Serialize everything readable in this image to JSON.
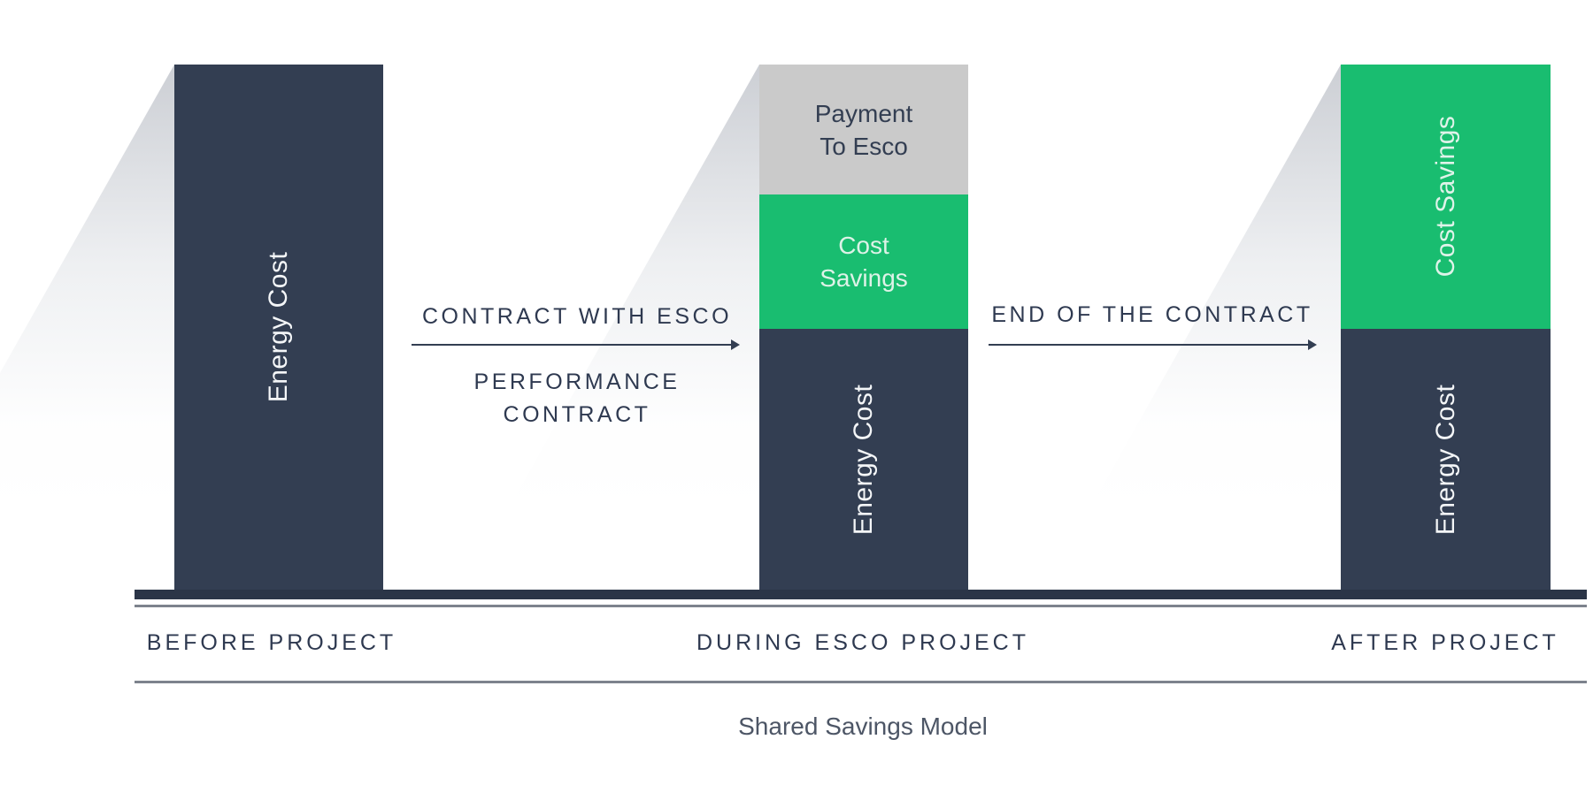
{
  "caption": "Shared Savings Model",
  "colors": {
    "navy": "#333e52",
    "green": "#19bd70",
    "gray": "#cacaca",
    "baseline": "#2b3547",
    "label_text": "#2e3950"
  },
  "bars": {
    "before": {
      "energy_label": "Energy Cost"
    },
    "during": {
      "payment_line1": "Payment",
      "payment_line2": "To Esco",
      "savings_line1": "Cost",
      "savings_line2": "Savings",
      "energy_label": "Energy Cost"
    },
    "after": {
      "savings_label": "Cost Savings",
      "energy_label": "Energy Cost"
    }
  },
  "arrows": {
    "first": {
      "top_label": "CONTRACT WITH ESCO",
      "bottom_line1": "PERFORMANCE",
      "bottom_line2": "CONTRACT"
    },
    "second": {
      "top_label": "END OF THE CONTRACT"
    }
  },
  "axis": {
    "stages": [
      "BEFORE PROJECT",
      "DURING ESCO PROJECT",
      "AFTER PROJECT"
    ]
  }
}
